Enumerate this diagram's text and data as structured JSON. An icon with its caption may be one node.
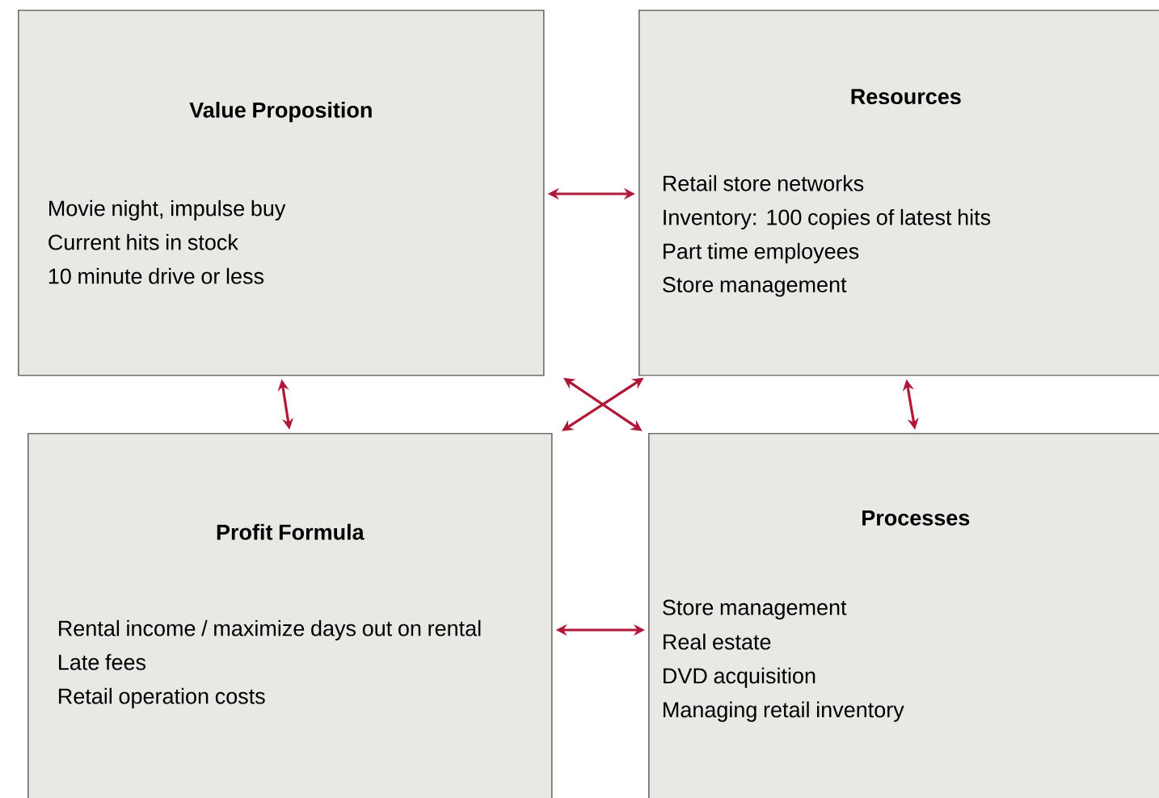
{
  "diagram": {
    "nodes": [
      {
        "text": [
          "Value Proposition",
          "Movie night, impulse buy",
          "Current hits in stock",
          "10 minute drive or less"
        ]
      },
      {
        "text": [
          "Resources",
          "Retail store networks",
          "Inventory: 100 copies of latest hits",
          "Part time employees",
          "Store management"
        ]
      },
      {
        "text": [
          "Profit Formula",
          "Rental income / maximize days out on rental",
          "Late fees",
          "Retail operation costs"
        ]
      },
      {
        "text": [
          "Processes",
          "Store management",
          "Real estate",
          "DVD acquisition",
          "Managing retail inventory"
        ]
      }
    ],
    "edges": [
      {
        "from": 0,
        "to": 1,
        "arrow": "both"
      },
      {
        "from": 0,
        "to": 2,
        "arrow": "both"
      },
      {
        "from": 0,
        "to": 3,
        "arrow": "both"
      },
      {
        "from": 1,
        "to": 2,
        "arrow": "both"
      },
      {
        "from": 1,
        "to": 3,
        "arrow": "both"
      },
      {
        "from": 2,
        "to": 3,
        "arrow": "both"
      }
    ]
  }
}
